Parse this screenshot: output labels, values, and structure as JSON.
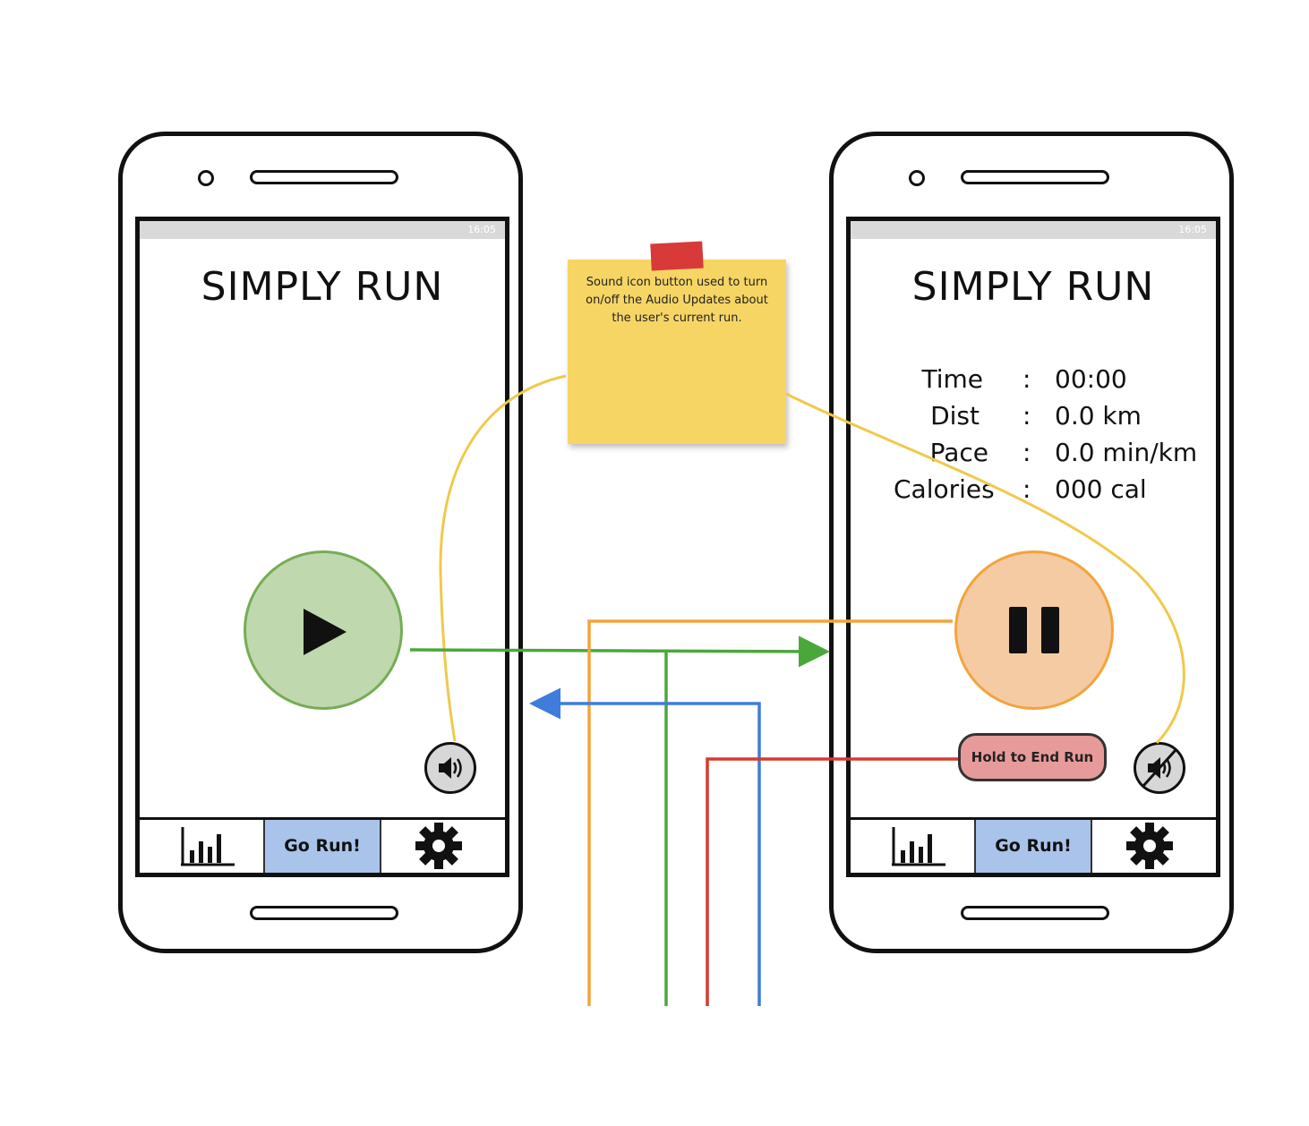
{
  "left_phone": {
    "status_time": "16:05",
    "title": "SIMPLY RUN",
    "nav": {
      "go_run_label": "Go Run!"
    }
  },
  "right_phone": {
    "status_time": "16:05",
    "title": "SIMPLY RUN",
    "stats": [
      {
        "label": "Time",
        "value": "00:00"
      },
      {
        "label": "Dist",
        "value": "0.0 km"
      },
      {
        "label": "Pace",
        "value": "0.0 min/km"
      },
      {
        "label": "Calories",
        "value": "000 cal"
      }
    ],
    "stat_separator": ":",
    "end_run_label": "Hold to End Run",
    "nav": {
      "go_run_label": "Go Run!"
    }
  },
  "sticky_note": {
    "text": "Sound icon button used to turn on/off the Audio Updates about the user's current run."
  },
  "colors": {
    "play_fill": "#bfd8ae",
    "pause_fill": "#f5cba3",
    "go_run_fill": "#a9c3ea",
    "end_run_fill": "#e79a9a",
    "sticky_fill": "#f6d565",
    "arrow_green": "#4aa83a",
    "arrow_blue": "#3f7ddb",
    "arrow_orange": "#f3a43c",
    "arrow_red": "#d63b2f",
    "callout_yellow": "#f0c94b"
  },
  "icons": [
    "play-icon",
    "pause-icon",
    "sound-on-icon",
    "sound-muted-icon",
    "stats-bar-chart-icon",
    "gear-icon"
  ]
}
